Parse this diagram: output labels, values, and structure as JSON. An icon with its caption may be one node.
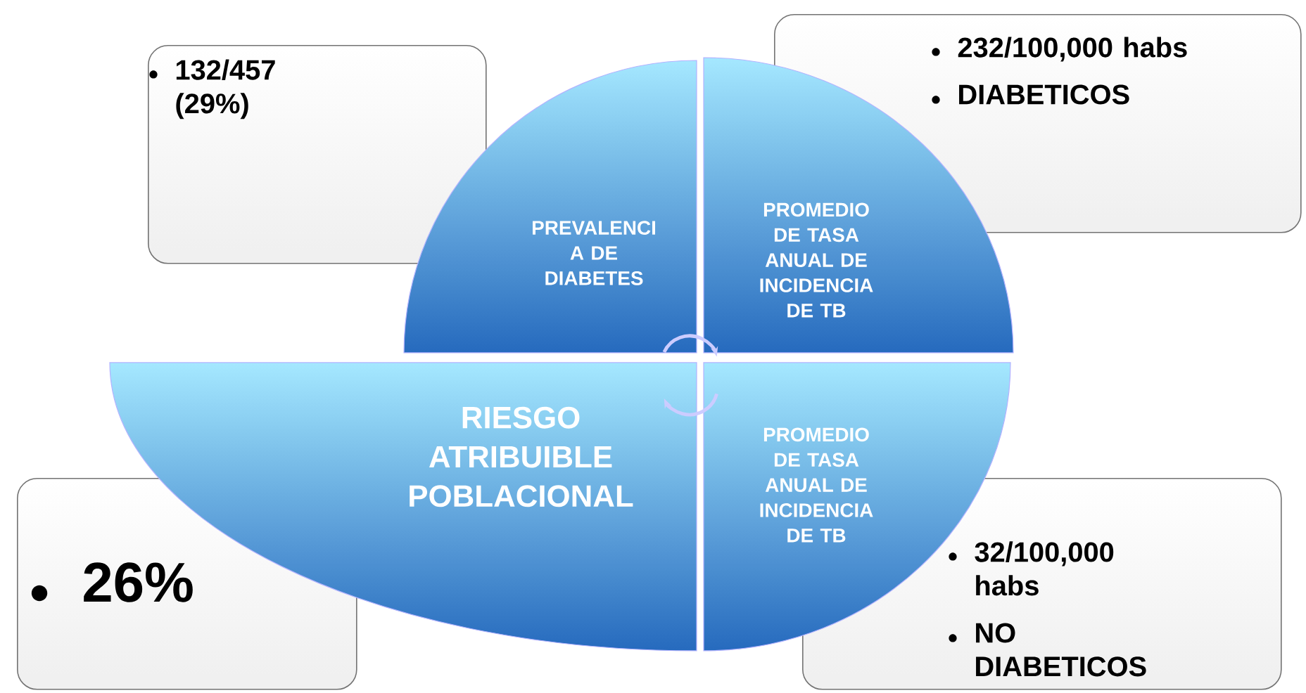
{
  "diagram": {
    "nodes": [
      {
        "text": [
          "132/457 (29%)"
        ]
      },
      {
        "text": [
          "PREVALENCI A DE DIABETES"
        ]
      },
      {
        "text": [
          "PROMEDIO DE TASA ANUAL DE INCIDENCIA DE TB"
        ]
      },
      {
        "text": [
          "232/100,000 habs",
          "DIABETICOS"
        ]
      },
      {
        "text": [
          "RIESGO ATRIBUIBLE POBLACIONAL"
        ]
      },
      {
        "text": [
          "PROMEDIO DE TASA ANUAL DE INCIDENCIA DE TB"
        ]
      },
      {
        "text": [
          "26%"
        ]
      },
      {
        "text": [
          "32/100,000 habs",
          "NO DIABETICOS"
        ]
      }
    ],
    "edges": [
      {
        "from": 1,
        "to": 2,
        "arrow": "to"
      },
      {
        "from": 5,
        "to": 4,
        "arrow": "to"
      }
    ]
  }
}
